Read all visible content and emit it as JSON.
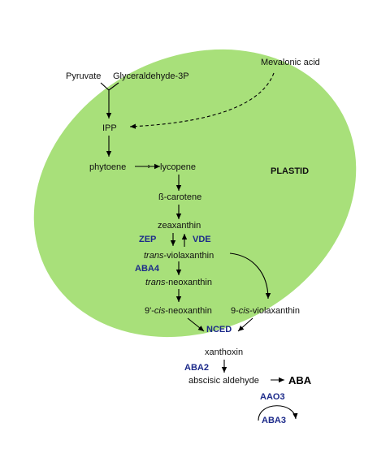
{
  "colors": {
    "plastid_fill": "#a8e07a",
    "enzyme_text": "#1c2a8a"
  },
  "region": {
    "plastid": "PLASTID"
  },
  "nodes": {
    "pyruvate": "Pyruvate",
    "g3p": "Glyceraldehyde-3P",
    "mevalonic": "Mevalonic acid",
    "ipp": "IPP",
    "phytoene": "phytoene",
    "lycopene": "lycopene",
    "bcarotene": "ß-carotene",
    "zeaxanthin": "zeaxanthin",
    "trans_viola": {
      "italic": "trans",
      "rest": "-violaxanthin"
    },
    "trans_neo": {
      "italic": "trans",
      "rest": "-neoxanthin"
    },
    "cis_neo": {
      "pre": "9'-",
      "italic": "cis",
      "rest": "-neoxanthin"
    },
    "cis_viola": {
      "pre": "9-",
      "italic": "cis",
      "rest": "-violaxanthin"
    },
    "xanthoxin": "xanthoxin",
    "abscisic": "abscisic aldehyde",
    "aba": "ABA"
  },
  "enzymes": {
    "zep": "ZEP",
    "vde": "VDE",
    "aba4": "ABA4",
    "nced": "NCED",
    "aba2": "ABA2",
    "aao3": "AAO3",
    "aba3": "ABA3"
  }
}
